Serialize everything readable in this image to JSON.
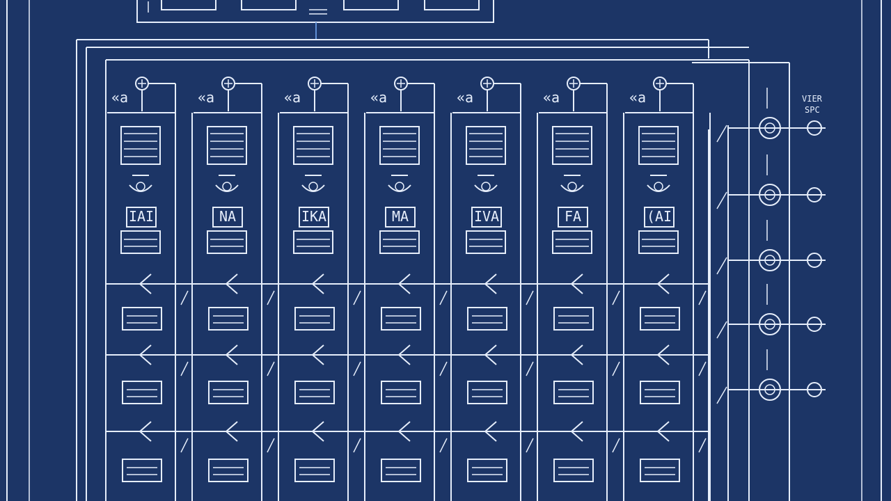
{
  "diagram": {
    "colors": {
      "background": "#1c3566",
      "line": "#e6eefb",
      "accent": "#5f8fd6"
    },
    "column_label": "«a",
    "columns": [
      {
        "label": "«a",
        "code": "IAI"
      },
      {
        "label": "«a",
        "code": "NA"
      },
      {
        "label": "«a",
        "code": "IKA"
      },
      {
        "label": "«a",
        "code": "MA"
      },
      {
        "label": "«a",
        "code": "IVA"
      },
      {
        "label": "«a",
        "code": "FA"
      },
      {
        "label": "«a",
        "code": "(AI"
      }
    ],
    "side_panel": {
      "top_labels": [
        "VIER",
        "SPC"
      ],
      "node_icons": [
        "circle-node-icon",
        "circle-node-icon",
        "circle-node-icon",
        "circle-node-icon",
        "circle-node-icon"
      ]
    },
    "icons": {
      "ground": "ground-symbol-icon",
      "junction": "circle-plus-junction-icon",
      "chevron": "chevron-left-icon"
    }
  }
}
